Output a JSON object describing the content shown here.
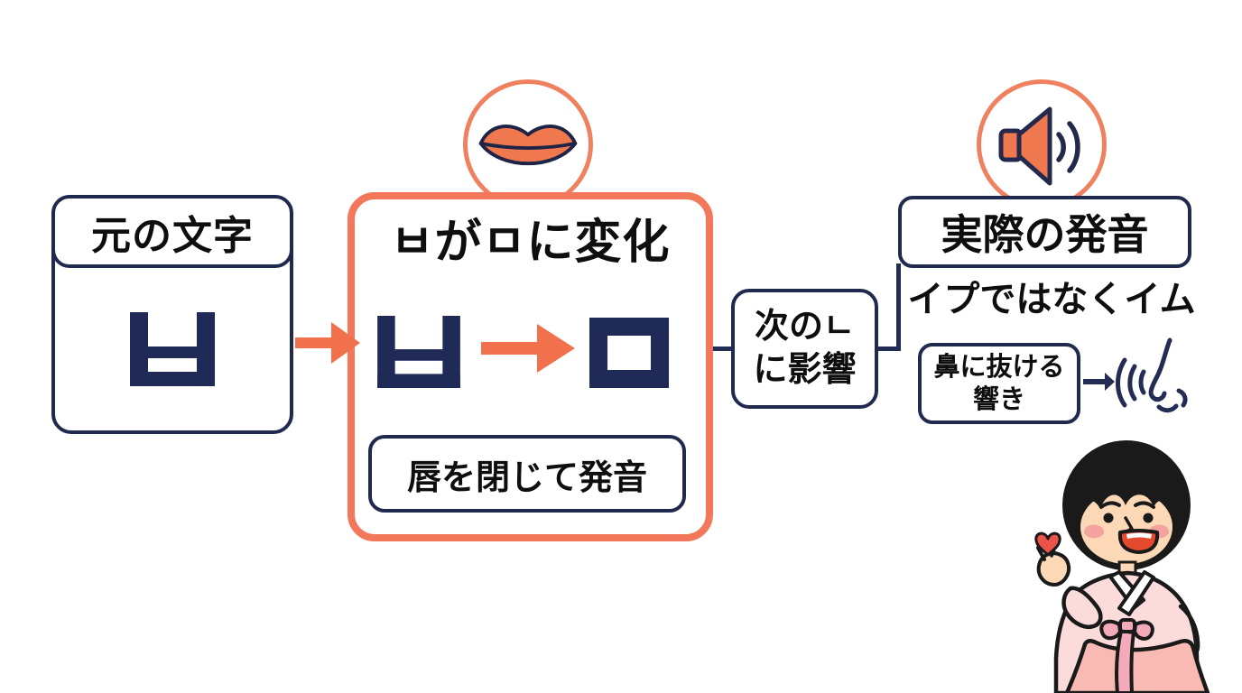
{
  "colors": {
    "navy": "#20294e",
    "orange_border": "#f3775a",
    "arrow_orange": "#f0714b",
    "coral_fill": "#f0784f",
    "glyph_navy": "#1f2a56",
    "text_black": "#0e0e0e",
    "heart_red": "#ea5348",
    "hanbok_jacket_pink": "#fbdcdb",
    "hanbok_skirt_pink": "#f8bab2"
  },
  "left_box": {
    "header": "元の文字",
    "hangul": "ㅂ"
  },
  "middle_box": {
    "title": "ㅂがㅁに変化",
    "hangul_from": "ㅂ",
    "hangul_to": "ㅁ",
    "note": "唇を閉じて発音",
    "icon": "lips-icon"
  },
  "influence_box": {
    "line1": "次のㄴ",
    "line2": "に影響"
  },
  "result": {
    "header": "実際の発音",
    "reading": "イプではなくイム",
    "icon": "speaker-icon",
    "nasal_box": {
      "line1": "鼻に抜ける",
      "line2": "響き"
    },
    "nose_icon": "nose-with-sound-waves-icon"
  },
  "mascot": "hanbok-girl-finger-heart"
}
